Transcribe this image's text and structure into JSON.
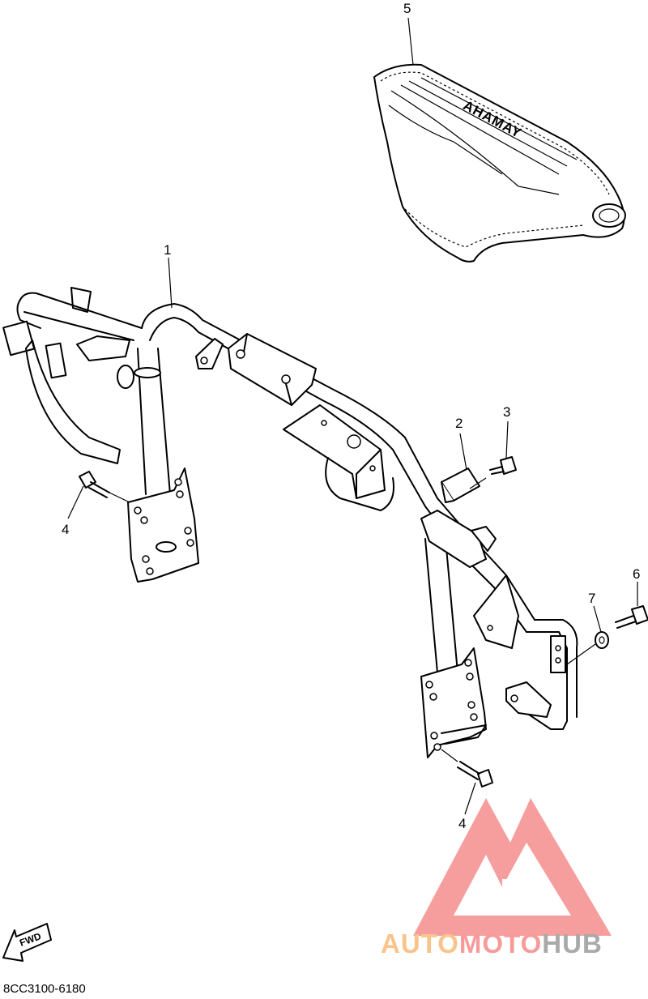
{
  "diagram": {
    "callouts": [
      {
        "id": "1",
        "label": "1"
      },
      {
        "id": "2",
        "label": "2"
      },
      {
        "id": "3",
        "label": "3"
      },
      {
        "id": "4a",
        "label": "4"
      },
      {
        "id": "4b",
        "label": "4"
      },
      {
        "id": "5",
        "label": "5"
      },
      {
        "id": "6",
        "label": "6"
      },
      {
        "id": "7",
        "label": "7"
      }
    ],
    "seat_logo": "YAMAHA",
    "fwd_label": "FWD",
    "diagram_code": "8CC3100-6180"
  },
  "watermark": {
    "part1": "AUTO",
    "part2": "MOTO",
    "part3": "HUB",
    "colors": {
      "auto": "#f8c48a",
      "moto": "#f79a9a",
      "hub": "#a9a9a9",
      "logo": "#f58d8d"
    }
  }
}
